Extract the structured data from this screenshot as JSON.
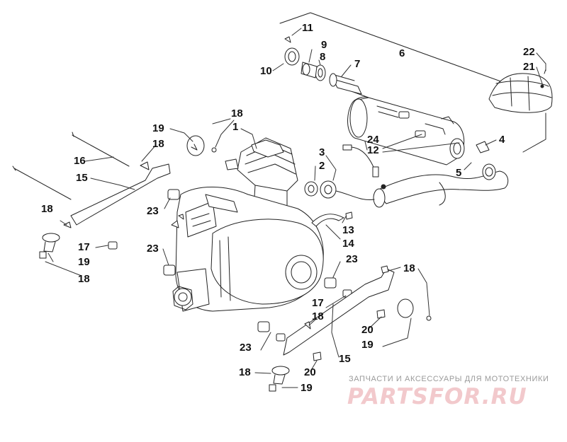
{
  "diagram": {
    "callouts": [
      {
        "id": "c11",
        "text": "11"
      },
      {
        "id": "c9",
        "text": "9"
      },
      {
        "id": "c8",
        "text": "8"
      },
      {
        "id": "c7",
        "text": "7"
      },
      {
        "id": "c10",
        "text": "10"
      },
      {
        "id": "c6",
        "text": "6"
      },
      {
        "id": "c22",
        "text": "22"
      },
      {
        "id": "c21",
        "text": "21"
      },
      {
        "id": "c18a",
        "text": "18"
      },
      {
        "id": "c1",
        "text": "1"
      },
      {
        "id": "c19a",
        "text": "19"
      },
      {
        "id": "c18b",
        "text": "18"
      },
      {
        "id": "c16",
        "text": "16"
      },
      {
        "id": "c15a",
        "text": "15"
      },
      {
        "id": "c24",
        "text": "24"
      },
      {
        "id": "c12",
        "text": "12"
      },
      {
        "id": "c4",
        "text": "4"
      },
      {
        "id": "c3",
        "text": "3"
      },
      {
        "id": "c2",
        "text": "2"
      },
      {
        "id": "c5",
        "text": "5"
      },
      {
        "id": "c18c",
        "text": "18"
      },
      {
        "id": "c23a",
        "text": "23"
      },
      {
        "id": "c13",
        "text": "13"
      },
      {
        "id": "c14",
        "text": "14"
      },
      {
        "id": "c17a",
        "text": "17"
      },
      {
        "id": "c23b",
        "text": "23"
      },
      {
        "id": "c19b",
        "text": "19"
      },
      {
        "id": "c18d",
        "text": "18"
      },
      {
        "id": "c23c",
        "text": "23"
      },
      {
        "id": "c18e",
        "text": "18"
      },
      {
        "id": "c17b",
        "text": "17"
      },
      {
        "id": "c18f",
        "text": "18"
      },
      {
        "id": "c20a",
        "text": "20"
      },
      {
        "id": "c19c",
        "text": "19"
      },
      {
        "id": "c23d",
        "text": "23"
      },
      {
        "id": "c15b",
        "text": "15"
      },
      {
        "id": "c18g",
        "text": "18"
      },
      {
        "id": "c20b",
        "text": "20"
      },
      {
        "id": "c19d",
        "text": "19"
      }
    ]
  },
  "watermark": {
    "caption": "ЗАПЧАСТИ И АКСЕССУАРЫ ДЛЯ МОТОТЕХНИКИ",
    "logo": "PARTSFOR.RU",
    "color": "#f2c9cc"
  }
}
